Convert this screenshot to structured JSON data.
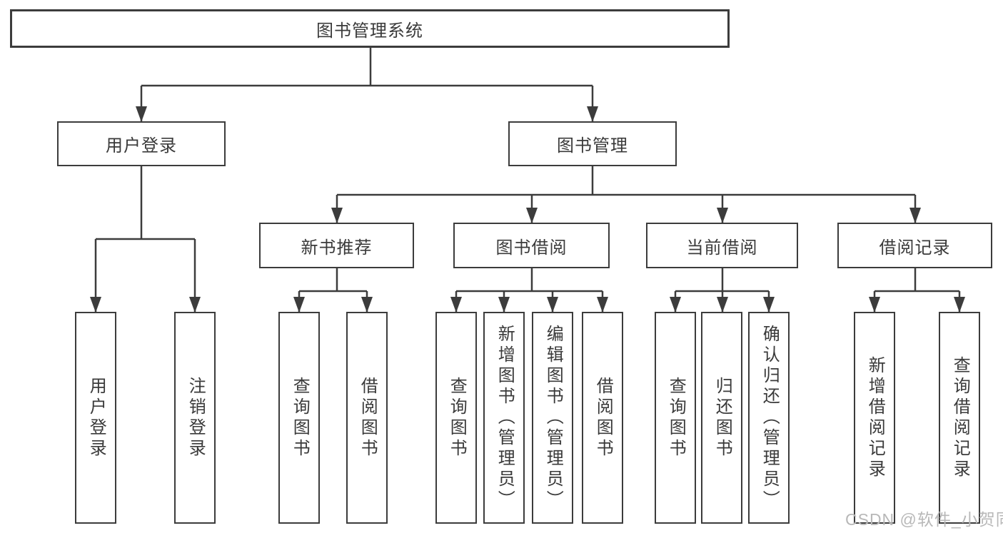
{
  "diagram": {
    "title": "图书管理系统",
    "branches": [
      {
        "label": "用户登录",
        "children": [
          "用户登录",
          "注销登录"
        ]
      },
      {
        "label": "图书管理",
        "groups": [
          {
            "label": "新书推荐",
            "children": [
              "查询图书",
              "借阅图书"
            ]
          },
          {
            "label": "图书借阅",
            "children": [
              "查询图书",
              "新增图书（管理员）",
              "编辑图书（管理员）",
              "借阅图书"
            ]
          },
          {
            "label": "当前借阅",
            "children": [
              "查询图书",
              "归还图书",
              "确认归还（管理员）"
            ]
          },
          {
            "label": "借阅记录",
            "children": [
              "新增借阅记录",
              "查询借阅记录"
            ]
          }
        ]
      }
    ]
  },
  "watermark": {
    "text": "CSDN @软件_小贺同学"
  },
  "colors": {
    "line": "#3c3c3c",
    "box_border": "#3c3c3c",
    "box_fill": "#ffffff",
    "text": "#3a3a3a",
    "watermark": "#b8b8b8",
    "background": "#ffffff"
  }
}
